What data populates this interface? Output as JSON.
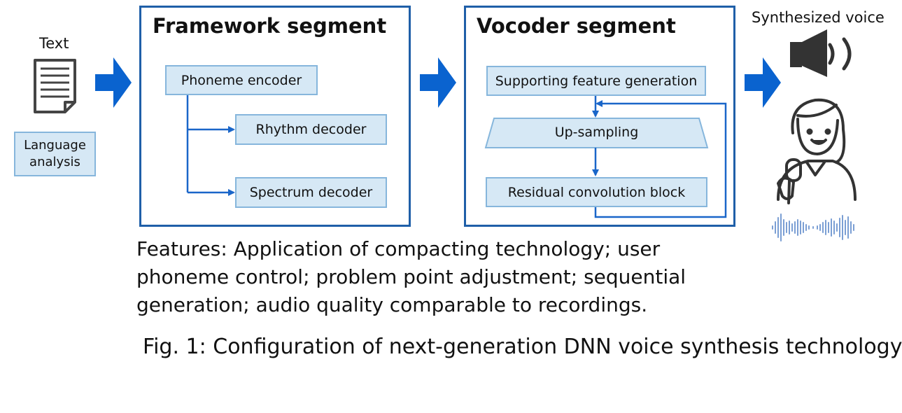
{
  "input": {
    "text_label": "Text",
    "language_analysis": "Language\nanalysis"
  },
  "framework": {
    "title": "Framework segment",
    "phoneme_encoder": "Phoneme encoder",
    "rhythm_decoder": "Rhythm decoder",
    "spectrum_decoder": "Spectrum decoder"
  },
  "vocoder": {
    "title": "Vocoder segment",
    "supporting_feature": "Supporting feature generation",
    "up_sampling": "Up-sampling",
    "residual_block": "Residual convolution block"
  },
  "output": {
    "label": "Synthesized voice"
  },
  "features_text": "Features: Application of compacting technology; user phoneme control; problem point adjustment; sequential generation; audio quality comparable to recordings.",
  "caption": "Fig. 1: Configuration of next-generation DNN voice synthesis technology",
  "colors": {
    "box_border": "#1f5fa8",
    "node_fill": "#d6e8f5",
    "node_border": "#86b6dc",
    "arrow": "#0a63cf",
    "line": "#1a66c9"
  },
  "icons": [
    "document-icon",
    "speaker-icon",
    "person-with-microphone-icon",
    "waveform-icon"
  ]
}
